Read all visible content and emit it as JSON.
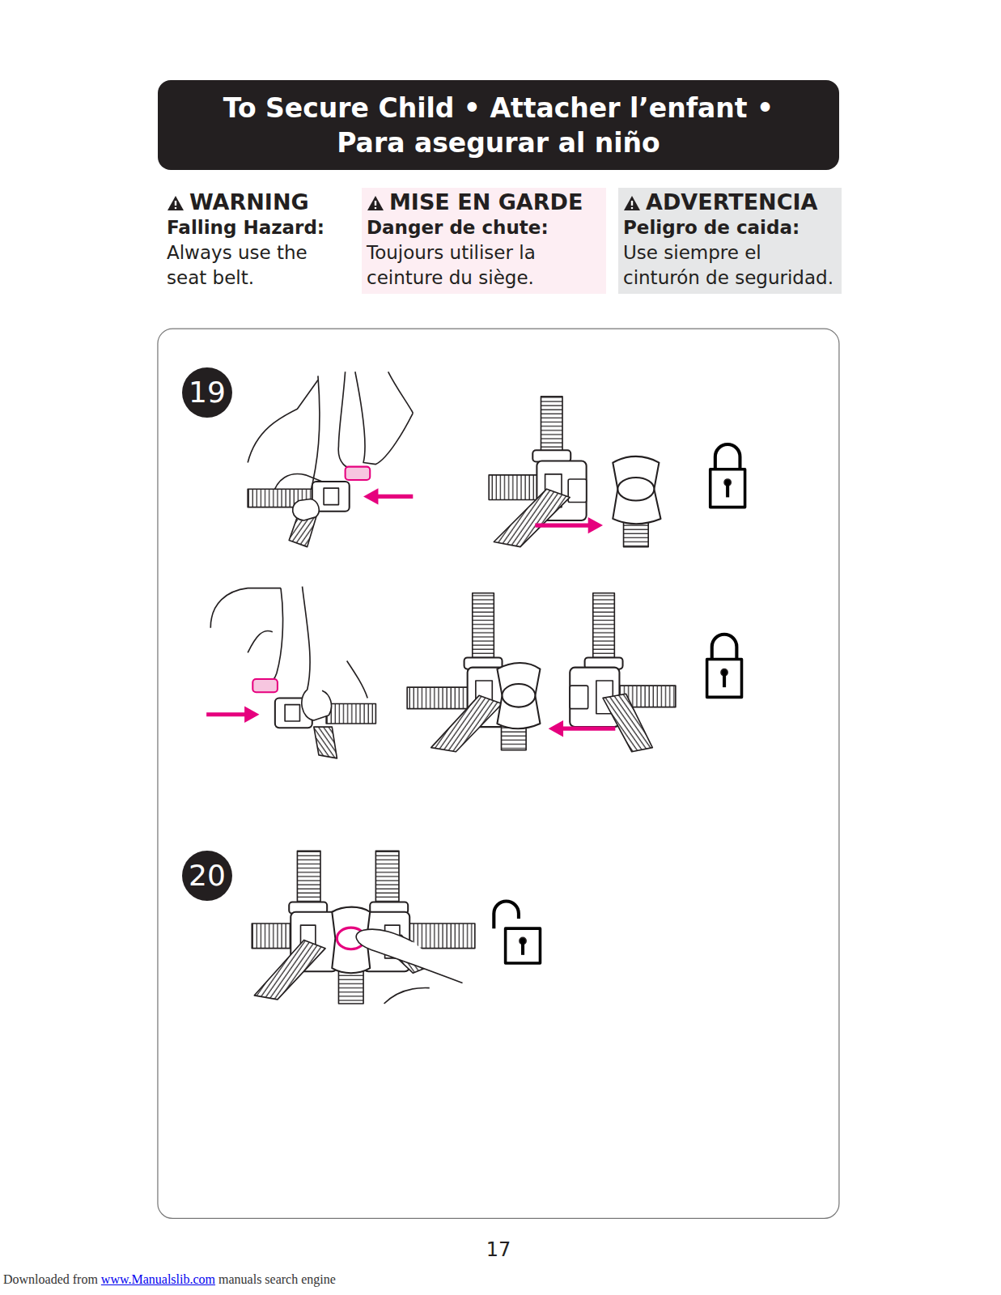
{
  "diagram": {
    "title": "To Secure Child • Attacher l’enfant • Para asegurar al niño",
    "nodes": [
      {
        "text": [
          "WARNING",
          "Falling Hazard:",
          "Always use the seat belt."
        ]
      },
      {
        "text": [
          "MISE EN GARDE",
          "Danger de chute:",
          "Toujours utiliser la ceinture du siège."
        ]
      },
      {
        "text": [
          "ADVERTENCIA",
          "Peligro de caida:",
          "Use siempre el cinturón de seguridad."
        ]
      },
      {
        "text": [
          "19"
        ]
      },
      {
        "text": [
          "20"
        ]
      }
    ],
    "labels": [
      "17",
      "Downloaded from",
      "www.Manualslib.com",
      "manuals search engine"
    ]
  }
}
